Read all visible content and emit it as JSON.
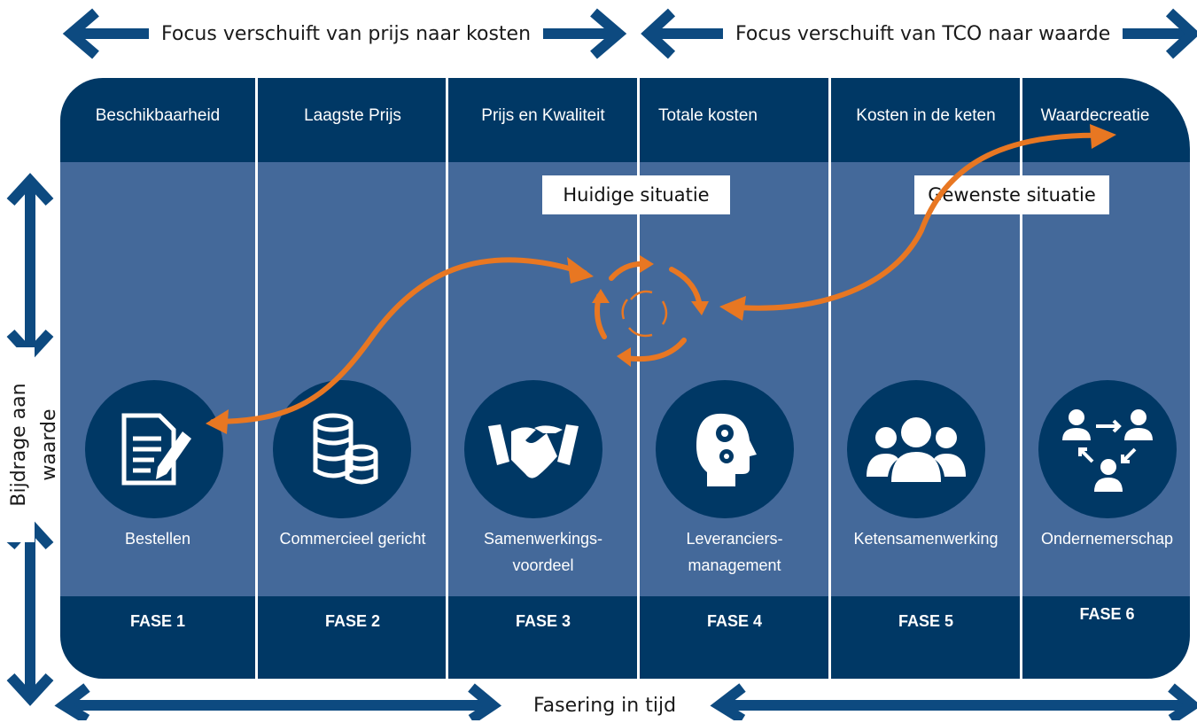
{
  "top": {
    "left_label": "Focus verschuift van prijs naar kosten",
    "right_label": "Focus verschuift van TCO naar waarde"
  },
  "side_label": "Bijdrage aan waarde",
  "bottom_label": "Fasering in tijd",
  "situations": {
    "current": "Huidige situatie",
    "desired": "Gewenste situatie"
  },
  "columns": [
    {
      "header": "Beschikbaarheid",
      "name": "Bestellen",
      "phase": "FASE 1",
      "icon": "document-pen-icon"
    },
    {
      "header": "Laagste Prijs",
      "name": "Commercieel gericht",
      "phase": "FASE 2",
      "icon": "coins-stack-icon"
    },
    {
      "header": "Prijs en Kwaliteit",
      "name": "Samenwerkings-\nvoordeel",
      "phase": "FASE 3",
      "icon": "handshake-icon"
    },
    {
      "header": "Totale kosten",
      "name": "Leveranciers-\nmanagement",
      "phase": "FASE 4",
      "icon": "head-gears-icon"
    },
    {
      "header": "Kosten in de keten",
      "name": "Ketensamenwerking",
      "phase": "FASE 5",
      "icon": "group-people-icon"
    },
    {
      "header": "Waardecreatie",
      "name": "Ondernemerschap",
      "phase": "FASE 6",
      "icon": "people-exchange-icon"
    }
  ],
  "colors": {
    "dark_blue": "#003865",
    "mid_blue": "#44699a",
    "arrow_blue": "#0d4a80",
    "orange": "#e87722"
  }
}
